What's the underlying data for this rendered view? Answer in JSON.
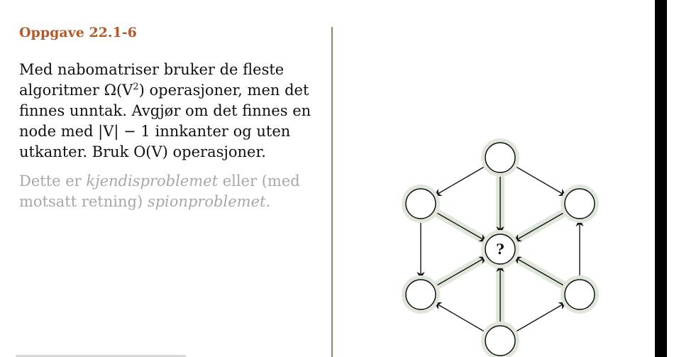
{
  "slide": {
    "title": "Oppgave 22.1-6",
    "body": {
      "line1": "Med nabomatriser bruker de fleste",
      "line2_prefix": "algoritmer Ω(V",
      "line2_sup": "2",
      "line2_suffix": ") operasjoner, men det",
      "line3": "finnes unntak. Avgjør om det finnes en",
      "line4": "node med |V| − 1 innkanter og uten",
      "line5": "utkanter. Bruk O(V) operasjoner."
    },
    "note": {
      "part1": "Dette er ",
      "term1": "kjendisproblemet",
      "part2": " eller (med motsatt retning) ",
      "term2": "spionproblemet",
      "part3": "."
    }
  },
  "diagram": {
    "center_label": "?",
    "nodes": [
      "top",
      "upper-left",
      "upper-right",
      "lower-left",
      "lower-right",
      "bottom",
      "center"
    ],
    "edges": [
      [
        "top",
        "upper-left"
      ],
      [
        "top",
        "upper-right"
      ],
      [
        "top",
        "center"
      ],
      [
        "upper-left",
        "center"
      ],
      [
        "upper-right",
        "center"
      ],
      [
        "upper-left",
        "lower-left"
      ],
      [
        "lower-right",
        "upper-right"
      ],
      [
        "lower-left",
        "center"
      ],
      [
        "lower-right",
        "center"
      ],
      [
        "bottom",
        "center"
      ],
      [
        "bottom",
        "lower-left"
      ],
      [
        "bottom",
        "lower-right"
      ]
    ],
    "colors": {
      "halo": "#dfe6da",
      "title": "#b5582a",
      "note": "#a7a7a7"
    }
  }
}
